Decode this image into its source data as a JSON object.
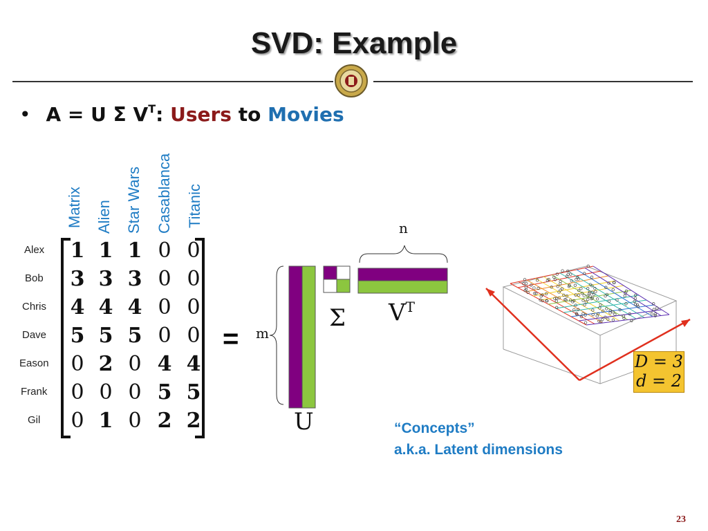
{
  "title": "SVD: Example",
  "bullet": {
    "lhs": "A = U",
    "sigma": "Σ",
    "v": "V",
    "superscript": "T",
    "colon": ":",
    "users": "Users",
    "to": "to",
    "movies": "Movies"
  },
  "movies": [
    "Matrix",
    "Alien",
    "Star Wars",
    "Casablanca",
    "Titanic"
  ],
  "users": [
    "Alex",
    "Bob",
    "Chris",
    "Dave",
    "Eason",
    "Frank",
    "Gil"
  ],
  "matrix": [
    [
      "1",
      "1",
      "1",
      "0",
      "0"
    ],
    [
      "3",
      "3",
      "3",
      "0",
      "0"
    ],
    [
      "4",
      "4",
      "4",
      "0",
      "0"
    ],
    [
      "5",
      "5",
      "5",
      "0",
      "0"
    ],
    [
      "0",
      "2",
      "0",
      "4",
      "4"
    ],
    [
      "0",
      "0",
      "0",
      "5",
      "5"
    ],
    [
      "0",
      "1",
      "0",
      "2",
      "2"
    ]
  ],
  "bold_cells": [
    [
      true,
      true,
      true,
      false,
      false
    ],
    [
      true,
      true,
      true,
      false,
      false
    ],
    [
      true,
      true,
      true,
      false,
      false
    ],
    [
      true,
      true,
      true,
      false,
      false
    ],
    [
      false,
      true,
      false,
      true,
      true
    ],
    [
      false,
      false,
      false,
      true,
      true
    ],
    [
      false,
      true,
      false,
      true,
      true
    ]
  ],
  "equals": "=",
  "labels": {
    "m": "m",
    "n": "n",
    "u": "U",
    "sigma": "Σ",
    "vt_v": "V",
    "vt_t": "T"
  },
  "dimension_box": {
    "line1": "D = 3",
    "line2": "d = 2"
  },
  "concepts": {
    "line1": "“Concepts”",
    "line2": "a.k.a. Latent dimensions"
  },
  "page_number": "23",
  "colors": {
    "purple": "#800080",
    "green": "#8cc63f",
    "title_red": "#8b1a1a",
    "blue": "#1f7cc4"
  }
}
